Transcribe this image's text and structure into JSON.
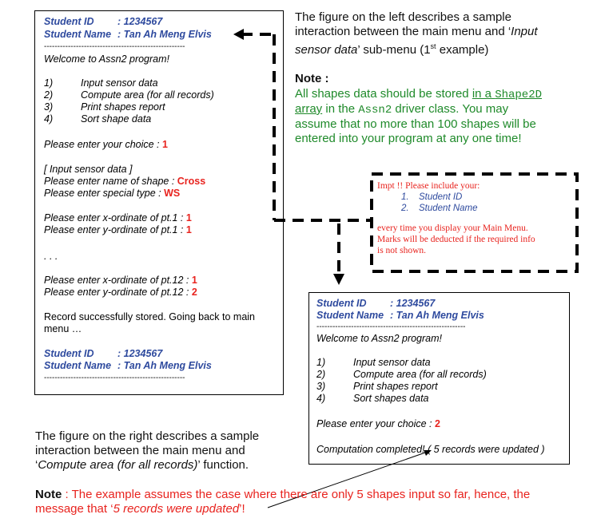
{
  "left_box": {
    "sid_label": "Student ID",
    "sid_value": ": 1234567",
    "sname_label": "Student Name",
    "sname_value": ": Tan Ah Meng Elvis",
    "separator": "-----------------------------------------------------",
    "welcome": "Welcome to Assn2 program!",
    "menu": [
      {
        "num": "1)",
        "label": "Input sensor data"
      },
      {
        "num": "2)",
        "label": "Compute area (for all records)"
      },
      {
        "num": "3)",
        "label": "Print shapes report"
      },
      {
        "num": "4)",
        "label": "Sort shape data"
      }
    ],
    "choice_prompt": "Please enter your choice : ",
    "choice_value": "1",
    "submenu_title": "[ Input sensor data ]",
    "name_prompt": "Please enter name of shape : ",
    "name_value": "Cross",
    "type_prompt": "Please enter special type : ",
    "type_value": "WS",
    "x1_prompt": "Please enter x-ordinate of pt.1 : ",
    "x1_value": "1",
    "y1_prompt": "Please enter y-ordinate of pt.1 : ",
    "y1_value": "1",
    "ellipsis": ". . .",
    "x12_prompt": "Please enter x-ordinate of pt.12 : ",
    "x12_value": "1",
    "y12_prompt": "Please enter y-ordinate of pt.12 : ",
    "y12_value": "2",
    "record_line1": "Record successfully stored. Going back to main",
    "record_line2": "menu …",
    "sid_label2": "Student ID",
    "sid_value2": ": 1234567",
    "sname_label2": "Student Name",
    "sname_value2": ": Tan Ah Meng Elvis",
    "separator2": "-----------------------------------------------------"
  },
  "right_text": {
    "line1": "The figure on the left describes a sample",
    "line2_a": "interaction between the main menu and ‘",
    "line2_b": "Input",
    "line3_a": "sensor data",
    "line3_b": "’ sub-menu (1",
    "line3_sup": "st",
    "line3_c": " example)",
    "note_label": "Note :",
    "note_l1_a": "All shapes data should be stored ",
    "note_l1_b": "in a ",
    "note_l1_mono": "Shape2D",
    "note_l2_u": "array",
    "note_l2_a": " in the ",
    "note_l2_mono": "Assn2",
    "note_l2_b": " driver class. You may",
    "note_l3": "assume that no more than 100 shapes will be",
    "note_l4": "entered into your program at any one time!"
  },
  "impt_box": {
    "line1": "Impt !!  Please include your:",
    "item1_num": "1.",
    "item1": "Student ID",
    "item2_num": "2.",
    "item2": "Student Name",
    "line4": "every time you display your Main Menu.",
    "line5": "Marks will be deducted if the required info",
    "line6": "is not shown."
  },
  "right_box": {
    "sid_label": "Student ID",
    "sid_value": ": 1234567",
    "sname_label": "Student Name",
    "sname_value": ": Tan Ah Meng Elvis",
    "separator": "--------------------------------------------------------",
    "welcome": "Welcome to Assn2 program!",
    "menu": [
      {
        "num": "1)",
        "label": "Input sensor data"
      },
      {
        "num": "2)",
        "label": "Compute area (for all records)"
      },
      {
        "num": "3)",
        "label": "Print shapes report"
      },
      {
        "num": "4)",
        "label": "Sort shapes data"
      }
    ],
    "choice_prompt": "Please enter your choice : ",
    "choice_value": "2",
    "computation": "Computation completed! ( 5 records were updated )"
  },
  "bottom_left": {
    "line1": "The figure on the right describes a sample",
    "line2": "interaction between the main menu and",
    "line3_a": "‘",
    "line3_b": "Compute area (for all records)",
    "line3_c": "’ function."
  },
  "bottom_note": {
    "label": "Note",
    "line1": " : The example assumes the case where there are only 5 shapes input so far, hence, the",
    "line2_a": "message that ‘",
    "line2_b": "5 records were updated",
    "line2_c": "’!"
  },
  "colors": {
    "blue": "#2e4a9e",
    "red": "#e8231e",
    "green": "#1f8a2a"
  }
}
